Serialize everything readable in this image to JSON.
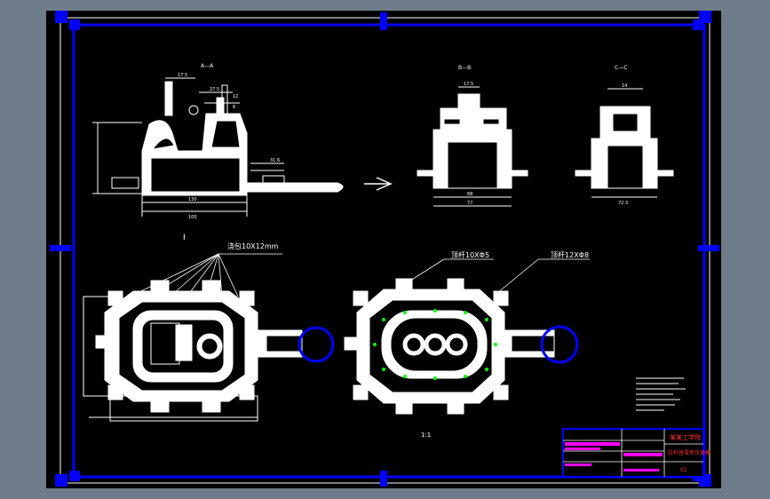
{
  "views": {
    "aa_label": "A—A",
    "bb_label": "B—B",
    "cc_label": "C—C",
    "plan_scale": "1:1",
    "detail_mark": "I"
  },
  "callouts": {
    "gate": "浇包10X12mm",
    "ejector_a": "顶杆10XΦ5",
    "ejector_b": "顶杆12XΦ8"
  },
  "dimensions": {
    "aa": [
      "17.5",
      "27.5",
      "12",
      "6",
      "31.6",
      "130",
      "100"
    ],
    "bb": [
      "17.5",
      "68",
      "77"
    ],
    "cc": [
      "14",
      "72.3"
    ]
  },
  "title_block": {
    "school": "某某工学院",
    "drawing_name": "拉杆座零件压铸模",
    "drawing_no": "01"
  },
  "colors": {
    "background": "#000000",
    "frame": "#0000ff",
    "lines": "#ffffff",
    "accent_green": "#00ff00",
    "accent_magenta": "#ff00ff",
    "title_red": "#ff3030"
  }
}
